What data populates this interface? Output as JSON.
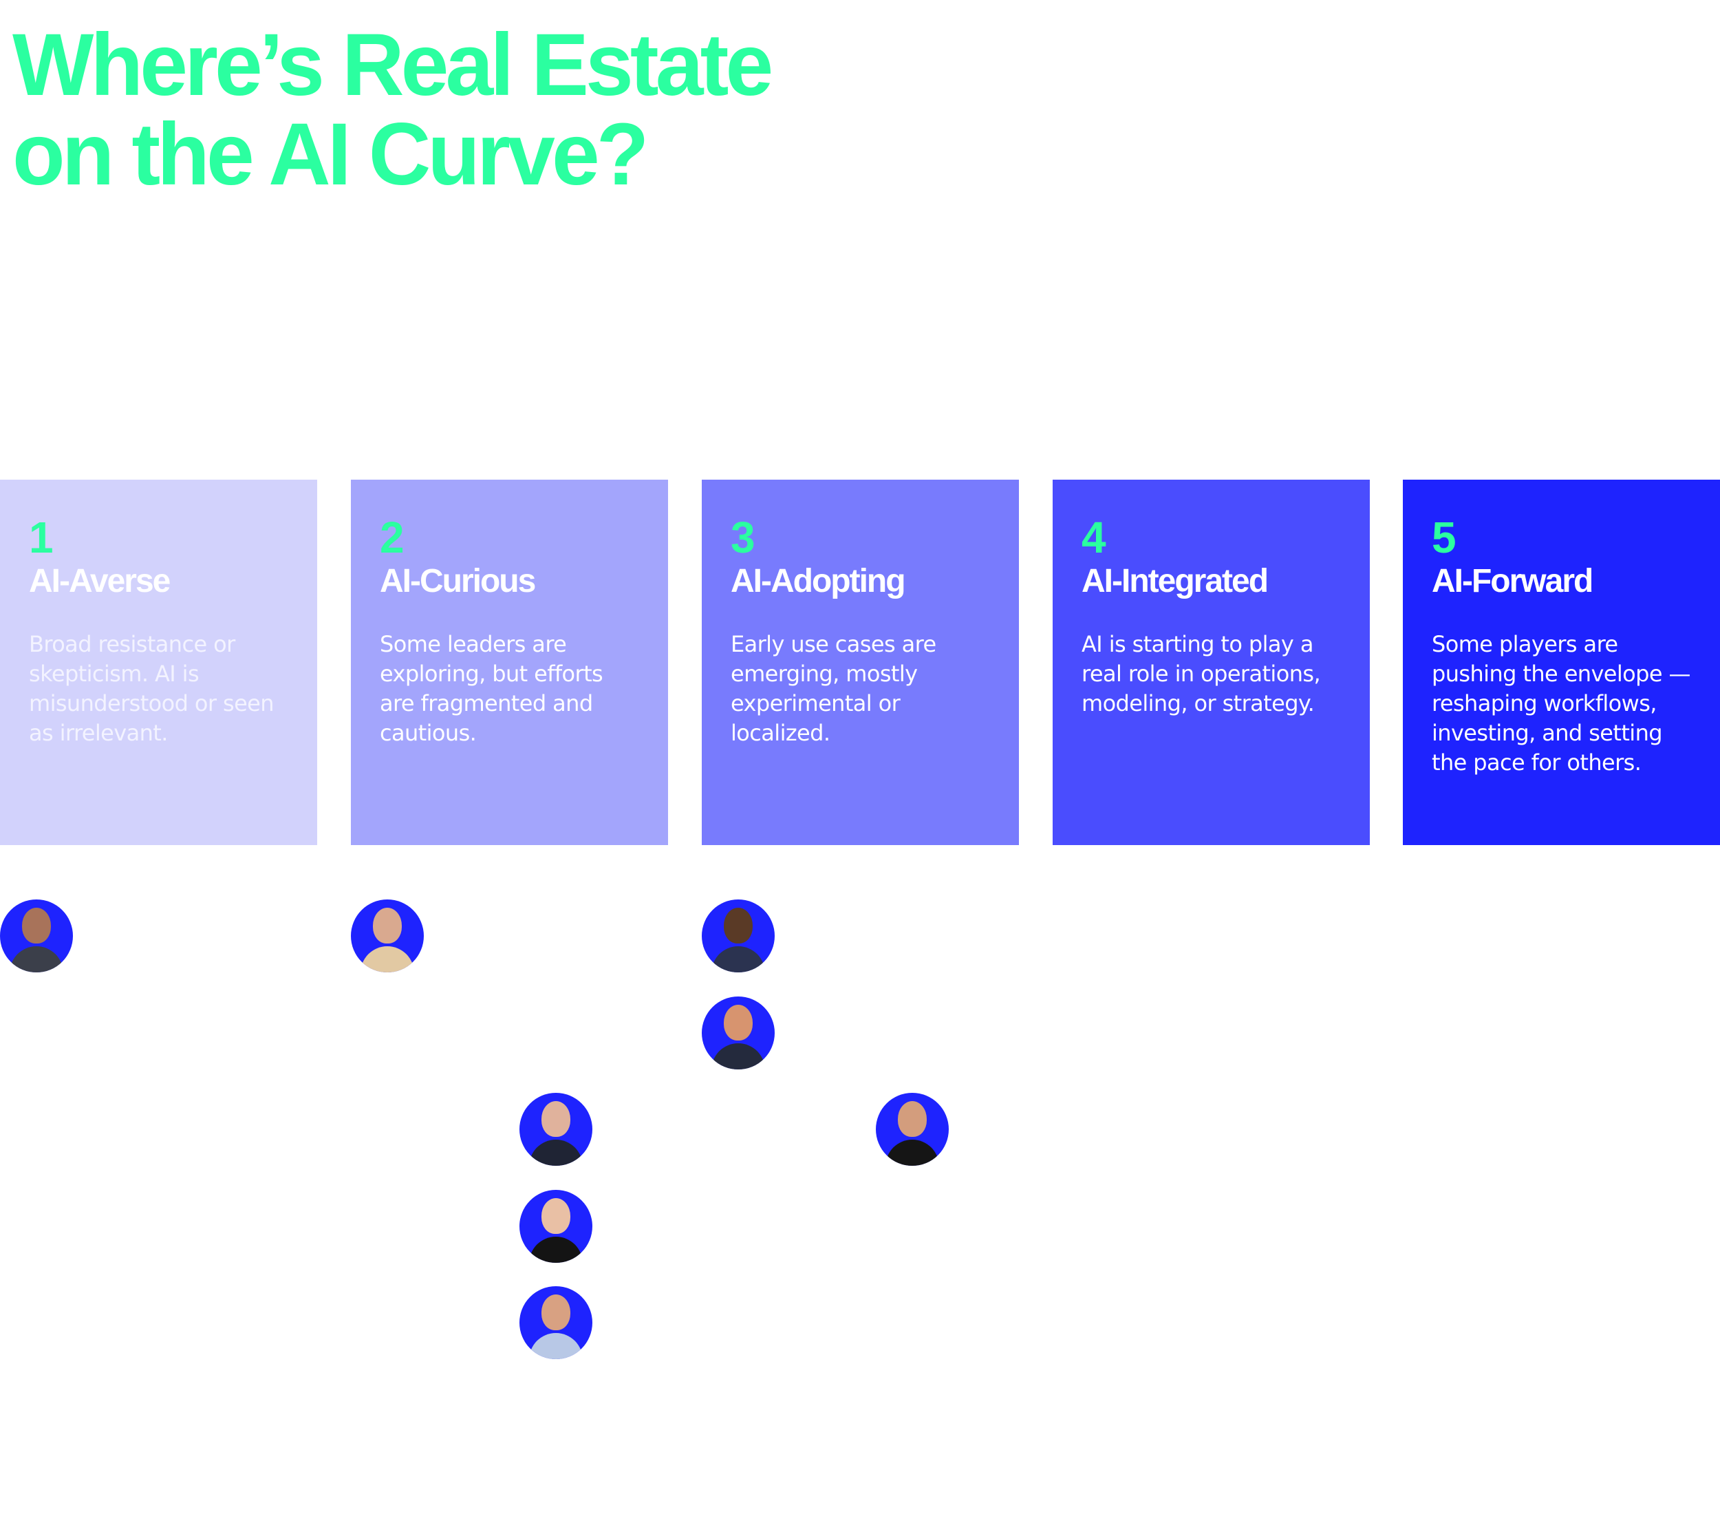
{
  "title": {
    "line1": "Where’s Real Estate",
    "line2": "on the AI Curve?"
  },
  "colors": {
    "accent": "#2BFFA0",
    "stage_1": "#D2D2FC",
    "stage_2": "#A3A5FC",
    "stage_3": "#787BFD",
    "stage_4": "#4A4DFE",
    "stage_5": "#1E23FE",
    "avatar_bg": "#1E23FE"
  },
  "stages": [
    {
      "number": "1",
      "name": "AI-Averse",
      "description": "Broad resistance or skepticism. AI is misunderstood or seen as irrelevant."
    },
    {
      "number": "2",
      "name": "AI-Curious",
      "description": "Some leaders are exploring, but efforts are fragmented and cautious."
    },
    {
      "number": "3",
      "name": "AI-Adopting",
      "description": "Early use cases are emerging, mostly experimental or localized."
    },
    {
      "number": "4",
      "name": "AI-Integrated",
      "description": "AI is starting to play a real role in operations, modeling, or strategy."
    },
    {
      "number": "5",
      "name": "AI-Forward",
      "description": "Some players are pushing the envelope — reshaping workflows, investing, and setting the pace for others."
    }
  ],
  "participants": [
    {
      "icon": "person-photo-icon",
      "stage": 1.0
    },
    {
      "icon": "person-photo-icon",
      "stage": 2.0
    },
    {
      "icon": "person-photo-icon",
      "stage": 3.0
    },
    {
      "icon": "person-photo-icon",
      "stage": 3.0
    },
    {
      "icon": "person-photo-icon",
      "stage": 2.5
    },
    {
      "icon": "person-photo-icon",
      "stage": 2.5
    },
    {
      "icon": "person-photo-icon",
      "stage": 2.5
    },
    {
      "icon": "person-photo-icon",
      "stage": 3.5
    }
  ]
}
